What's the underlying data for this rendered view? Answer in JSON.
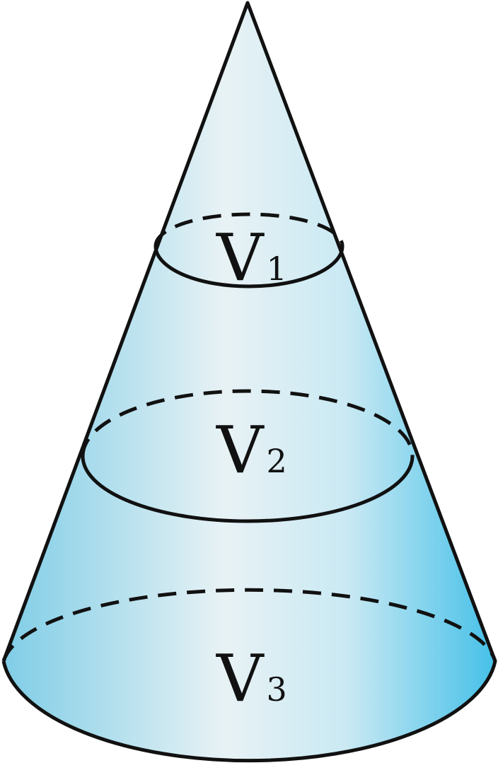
{
  "diagram": {
    "type": "cone-sections",
    "colors": {
      "fill_edge": "#7fcde6",
      "fill_center": "#e8f2f5",
      "fill_right": "#45c0e8",
      "stroke": "#111111"
    },
    "sections": [
      {
        "main": "V",
        "sub": "1"
      },
      {
        "main": "V",
        "sub": "2"
      },
      {
        "main": "V",
        "sub": "3"
      }
    ]
  }
}
